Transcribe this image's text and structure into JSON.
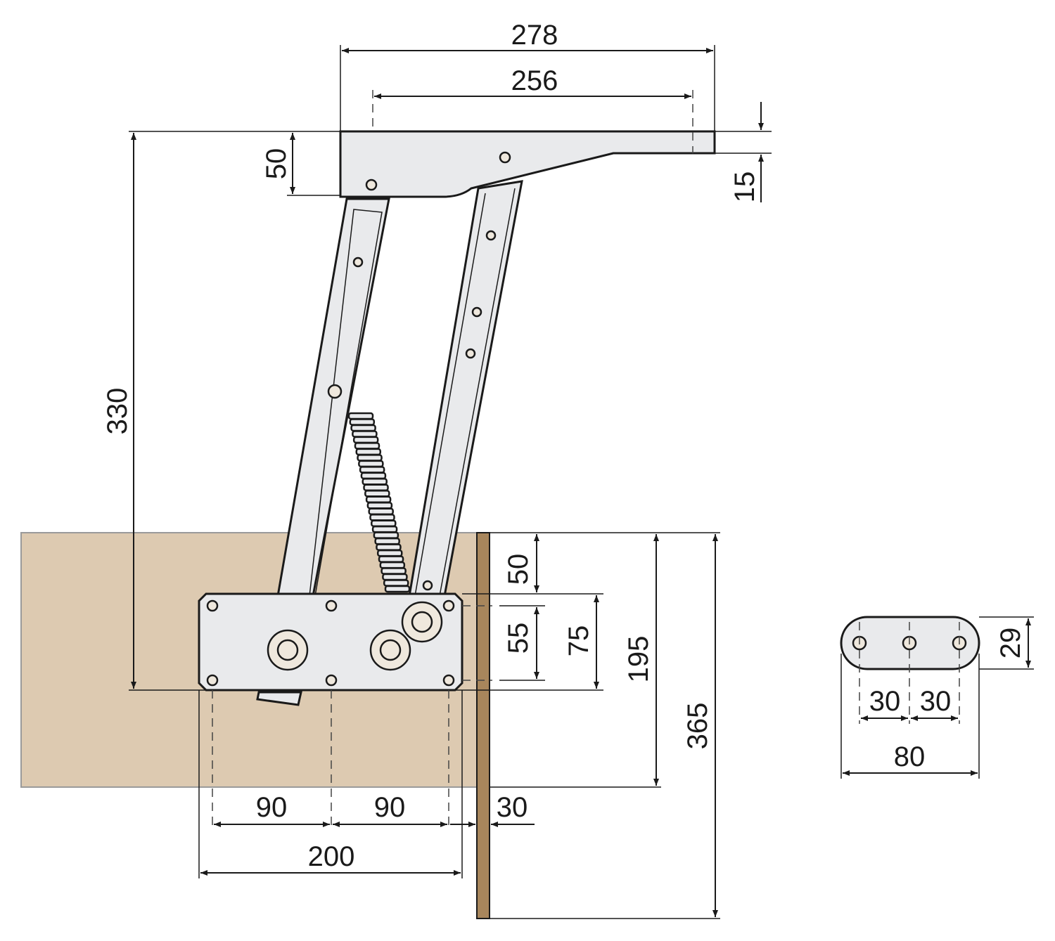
{
  "colors": {
    "wood": "#ddcab1",
    "panel": "#a8865c",
    "metal": "#e9eaec",
    "line": "#1a1a1a"
  },
  "dimensions": {
    "top_width": "278",
    "top_hole_spacing": "256",
    "top_height": "50",
    "top_lip": "15",
    "total_height": "330",
    "upper_offset": "50",
    "hole_vertical": "55",
    "plate_height": "75",
    "mount_depth": "195",
    "panel_height": "365",
    "hole_spacing_left": "90",
    "hole_spacing_right": "90",
    "panel_thickness": "30",
    "plate_width": "200",
    "small_height": "29",
    "small_spacing_left": "30",
    "small_spacing_right": "30",
    "small_width": "80"
  }
}
